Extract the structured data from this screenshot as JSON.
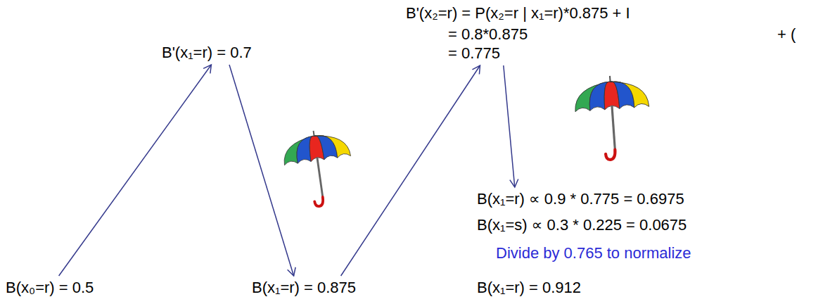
{
  "diagram": {
    "nodes": [
      {
        "text": [
          "B'(x₁=r) = 0.7"
        ]
      },
      {
        "text": [
          "B'(x₂=r) = P(x₂=r | x₁=r)*0.875 + I",
          "= 0.8*0.875",
          "+ (",
          "= 0.775"
        ]
      },
      {
        "text": [
          "B(x₁=r) ∝ 0.9 * 0.775 = 0.6975",
          "B(x₁=s) ∝ 0.3 * 0.225 = 0.0675"
        ]
      },
      {
        "text": [
          "B(x₀=r) = 0.5"
        ]
      },
      {
        "text": [
          "B(x₁=r) = 0.875"
        ]
      },
      {
        "text": [
          "B(x₁=r) = 0.912"
        ]
      }
    ],
    "edges": [
      {
        "from": 3,
        "to": 0,
        "arrow": "to"
      },
      {
        "from": 0,
        "to": 4,
        "arrow": "to"
      },
      {
        "from": 4,
        "to": 1,
        "arrow": "to"
      },
      {
        "from": 1,
        "to": 2,
        "arrow": "to"
      }
    ],
    "labels": [
      "Divide by 0.765 to normalize"
    ]
  }
}
